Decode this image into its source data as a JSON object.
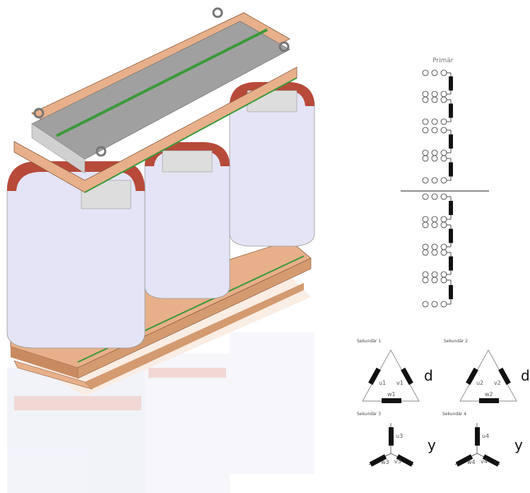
{
  "primary": {
    "title": "Primär"
  },
  "secondaries": [
    {
      "title": "Sekundär 1",
      "connection": "d",
      "windings": [
        "u1",
        "v1",
        "w1"
      ]
    },
    {
      "title": "Sekundär 2",
      "connection": "d",
      "windings": [
        "u2",
        "v2",
        "w2"
      ]
    },
    {
      "title": "Sekundär 3",
      "connection": "y",
      "windings": [
        "u3",
        "v3",
        "w3"
      ]
    },
    {
      "title": "Sekundär 4",
      "connection": "y",
      "windings": [
        "u4",
        "v4",
        "w4"
      ]
    }
  ],
  "colors": {
    "copper": "#e8b08a",
    "core": "#9a9a9a",
    "coil": "#e4e4f6",
    "winding_edge": "#b84a3a",
    "insulation": "#3a9a3a"
  }
}
